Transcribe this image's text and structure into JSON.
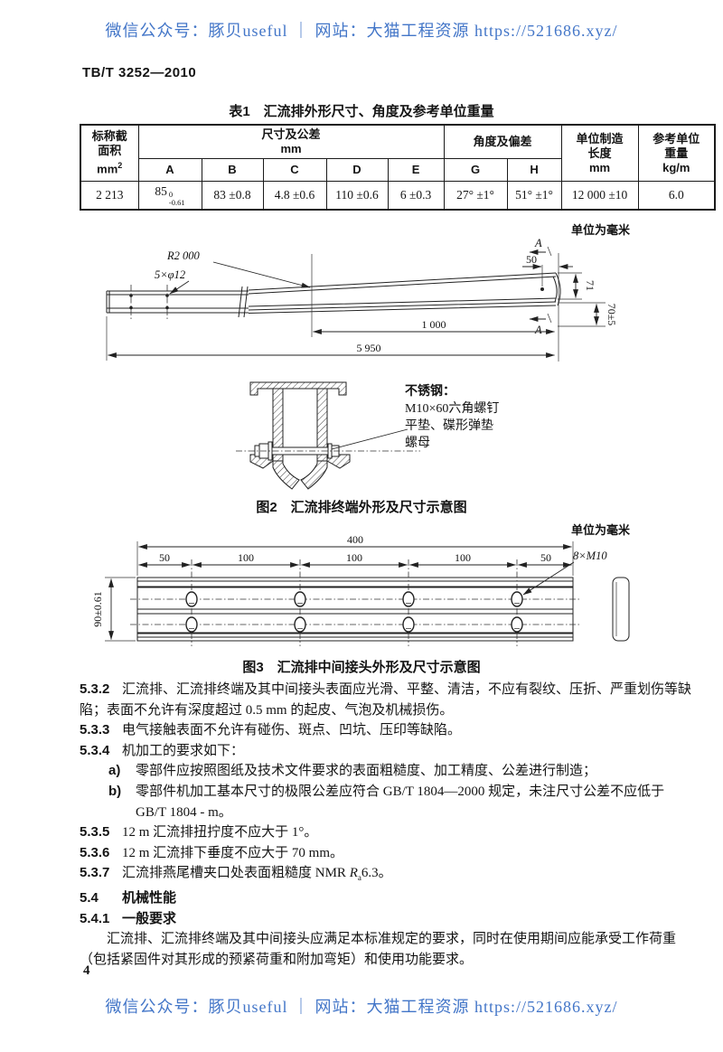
{
  "colors": {
    "watermark_blue": "#4376c8",
    "ink": "#141414"
  },
  "watermark": {
    "text": "微信公众号：豚贝useful ｜ 网站：大猫工程资源 https://521686.xyz/"
  },
  "doc_number": "TB/T 3252—2010",
  "table": {
    "title": "表1　汇流排外形尺寸、角度及参考单位重量",
    "headers": {
      "area1": "标称截",
      "area2": "面积",
      "area_unit": "mm",
      "area_sup": "2",
      "dims": "尺寸及公差",
      "dims_unit": "mm",
      "angles": "角度及偏差",
      "len1": "单位制造",
      "len2": "长度",
      "len_unit": "mm",
      "wt1": "参考单位",
      "wt2": "重量",
      "wt_unit": "kg/m",
      "cols": {
        "a": "A",
        "b": "B",
        "c": "C",
        "d": "D",
        "e": "E",
        "g": "G",
        "h": "H"
      }
    },
    "row": {
      "area": "2 213",
      "a_base": "85",
      "a_sup": "0",
      "a_sub": "-0.61",
      "b": "83 ±0.8",
      "c": "4.8 ±0.6",
      "d": "110 ±0.6",
      "e": "6 ±0.3",
      "g": "27° ±1°",
      "h": "51° ±1°",
      "length": "12 000 ±10",
      "weight": "6.0"
    }
  },
  "fig_end": {
    "units": "单位为毫米",
    "radius": "R2 000",
    "holes": "5×φ12",
    "dim_50": "50",
    "dim_71": "71",
    "dim_70": "70±5",
    "dim_1000": "1 000",
    "dim_5950": "5 950",
    "section": "A"
  },
  "fig2_caption": "图2　汇流排终端外形及尺寸示意图",
  "bolt_note": {
    "l1": "不锈钢：",
    "l2": "M10×60六角螺钉",
    "l3": "平垫、碟形弹垫",
    "l4": "螺母"
  },
  "fig_joint": {
    "units": "单位为毫米",
    "total": "400",
    "seg_50": "50",
    "seg_100": "100",
    "holes_label": "8×M10",
    "height": "90±0.61"
  },
  "fig3_caption": "图3　汇流排中间接头外形及尺寸示意图",
  "clauses": [
    {
      "num": "5.3.2",
      "text": "汇流排、汇流排终端及其中间接头表面应光滑、平整、清洁，不应有裂纹、压折、严重划伤等缺陷；表面不允许有深度超过 0.5 mm 的起皮、气泡及机械损伤。"
    },
    {
      "num": "5.3.3",
      "text": "电气接触表面不允许有碰伤、斑点、凹坑、压印等缺陷。"
    },
    {
      "num": "5.3.4",
      "text": "机加工的要求如下："
    },
    {
      "num": "a)",
      "text": "零部件应按照图纸及技术文件要求的表面粗糙度、加工精度、公差进行制造；"
    },
    {
      "num": "b)",
      "text": "零部件机加工基本尺寸的极限公差应符合 GB/T 1804—2000 规定，未注尺寸公差不应低于 GB/T 1804 - m。"
    },
    {
      "num": "5.3.5",
      "text": "12 m 汇流排扭拧度不应大于 1°。"
    },
    {
      "num": "5.3.6",
      "text": "12 m 汇流排下垂度不应大于 70 mm。"
    },
    {
      "num": "5.3.7",
      "pre": "汇流排燕尾槽夹口处表面粗糙度 NMR ",
      "r": "R",
      "rsub": "a",
      "tail": "6.3。"
    },
    {
      "num": "5.4",
      "text": "机械性能"
    },
    {
      "num": "5.4.1",
      "text": "一般要求"
    }
  ],
  "final_para": "汇流排、汇流排终端及其中间接头应满足本标准规定的要求，同时在使用期间应能承受工作荷重（包括紧固件对其形成的预紧荷重和附加弯矩）和使用功能要求。",
  "page_number": "4"
}
